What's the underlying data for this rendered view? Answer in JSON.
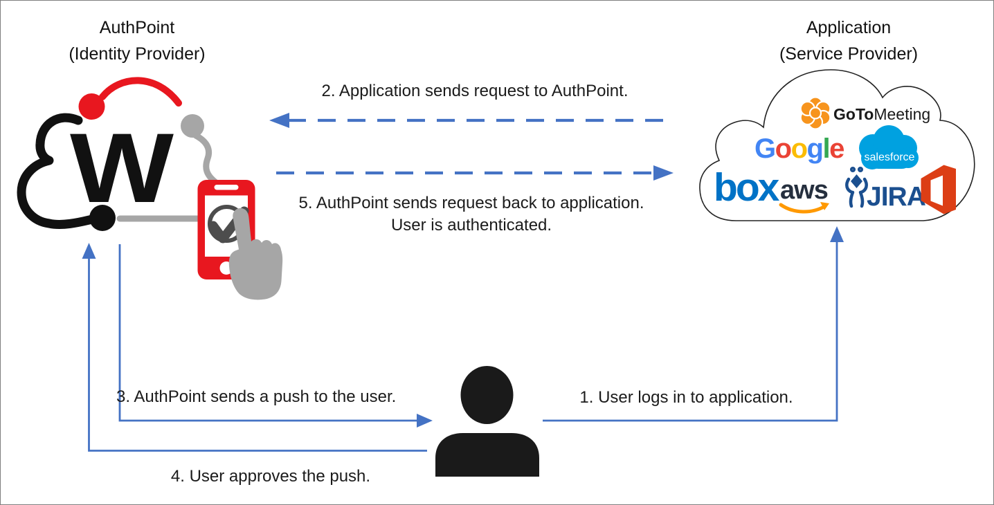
{
  "titles": {
    "idp_line1": "AuthPoint",
    "idp_line2": "(Identity Provider)",
    "sp_line1": "Application",
    "sp_line2": "(Service Provider)"
  },
  "steps": {
    "s1": "1. User logs in to application.",
    "s2": "2. Application sends request to AuthPoint.",
    "s3": "3. AuthPoint sends a push to the user.",
    "s4": "4. User approves the push.",
    "s5a": "5. AuthPoint sends request back to application.",
    "s5b": "User is authenticated."
  },
  "colors": {
    "arrow_blue": "#4472c4",
    "wg_red": "#e8171f",
    "wg_gray": "#a6a6a6",
    "wg_black": "#111111",
    "check_gray": "#4d4d4d",
    "person_black": "#1a1a1a",
    "cloud_outline": "#222222"
  },
  "logos": {
    "watchguard": {
      "letter": "W"
    },
    "gotomeeting": {
      "bold": "GoTo",
      "regular": "Meeting",
      "orange": "#f7941d"
    },
    "google": {
      "letters": [
        {
          "ch": "G",
          "color": "#4285f4"
        },
        {
          "ch": "o",
          "color": "#ea4335"
        },
        {
          "ch": "o",
          "color": "#fbbc05"
        },
        {
          "ch": "g",
          "color": "#4285f4"
        },
        {
          "ch": "l",
          "color": "#34a853"
        },
        {
          "ch": "e",
          "color": "#ea4335"
        }
      ]
    },
    "salesforce": {
      "text": "salesforce",
      "blue": "#00a1e0"
    },
    "box": {
      "text": "box",
      "blue": "#0072c6"
    },
    "aws": {
      "text": "aws",
      "navy": "#252f3e",
      "orange": "#ff9900"
    },
    "jira": {
      "text": "JIRA",
      "blue": "#1b4f8f"
    },
    "office": {
      "red": "#dc3e15"
    }
  }
}
